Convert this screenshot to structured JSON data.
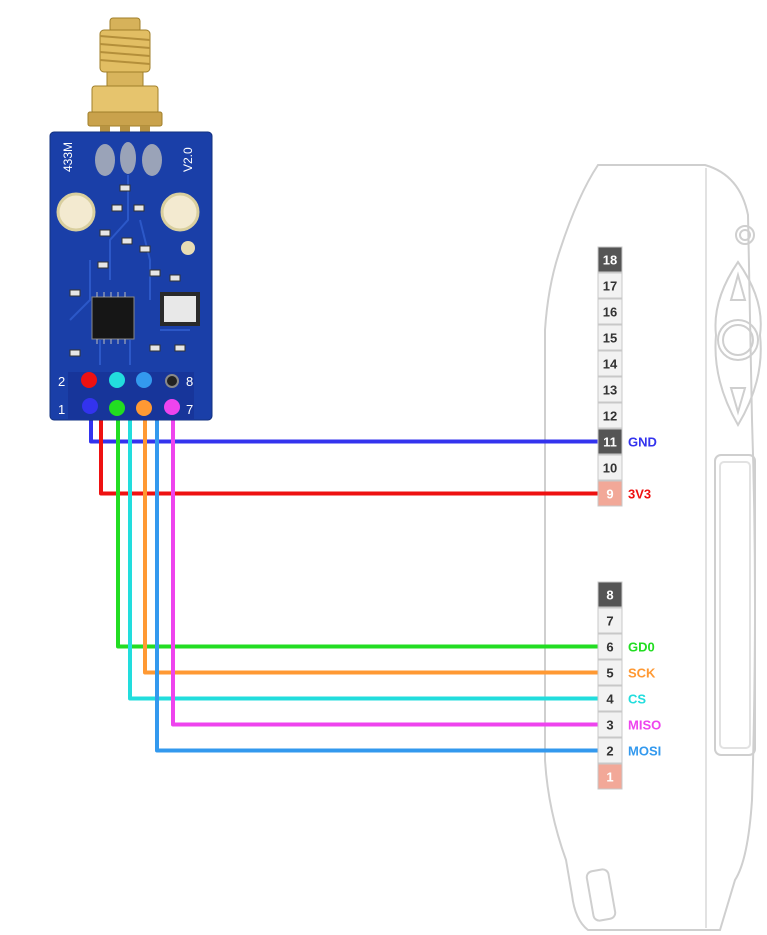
{
  "module": {
    "silk_freq": "433M",
    "silk_version": "V2.0",
    "header_left_top": "2",
    "header_left_bottom": "1",
    "header_right_top": "8",
    "header_right_bottom": "7"
  },
  "device": {
    "header_top": [
      "18",
      "17",
      "16",
      "15",
      "14",
      "13",
      "12",
      "11",
      "10",
      "9"
    ],
    "header_bottom": [
      "8",
      "7",
      "6",
      "5",
      "4",
      "3",
      "2",
      "1"
    ]
  },
  "connections": [
    {
      "label": "GND",
      "pin": "11",
      "color": "#3333ee"
    },
    {
      "label": "3V3",
      "pin": "9",
      "color": "#ee1111"
    },
    {
      "label": "GD0",
      "pin": "6",
      "color": "#22dd22"
    },
    {
      "label": "SCK",
      "pin": "5",
      "color": "#ff9933"
    },
    {
      "label": "CS",
      "pin": "4",
      "color": "#22dddd"
    },
    {
      "label": "MISO",
      "pin": "3",
      "color": "#ee44ee"
    },
    {
      "label": "MOSI",
      "pin": "2",
      "color": "#3399ee"
    }
  ],
  "colors": {
    "pcb": "#1a3fa8",
    "pin_dark": "#555555",
    "pin_light": "#f2f2f2",
    "pin_power": "#f2a898",
    "device_outline": "#cfcfcf"
  }
}
